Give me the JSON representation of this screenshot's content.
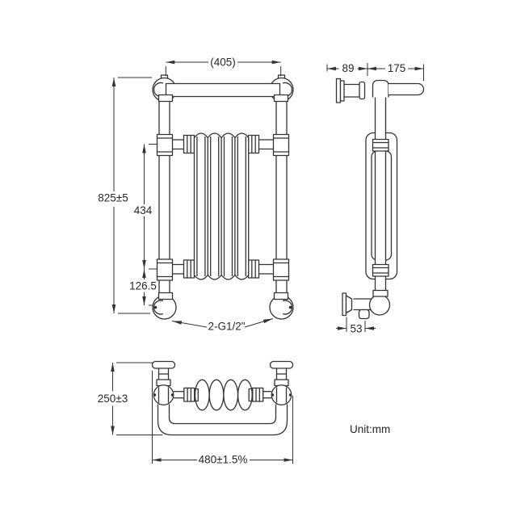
{
  "unit_label": "Unit:mm",
  "colors": {
    "line": "#333333",
    "text": "#262626",
    "background": "#ffffff"
  },
  "front_view": {
    "top_width": "(405)",
    "overall_height": "825±5",
    "core_spacing": "434",
    "bottom_offset": "126.5",
    "connection_thread": "2-G1/2\""
  },
  "side_view": {
    "wall_distance": "89",
    "bar_depth": "175",
    "valve_offset": "53"
  },
  "plan_view": {
    "depth": "250±3",
    "overall_width": "480±1.5%"
  }
}
